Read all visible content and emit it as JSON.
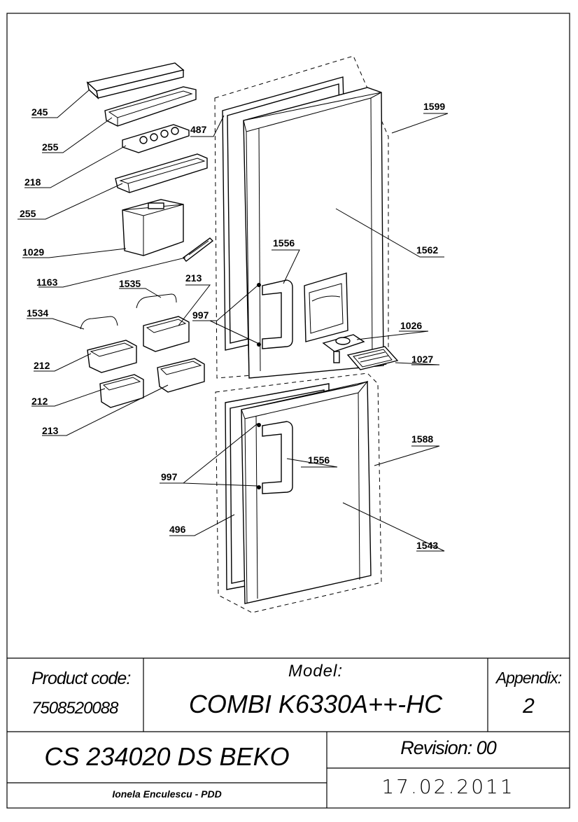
{
  "labels": {
    "l245": "245",
    "l255a": "255",
    "l218": "218",
    "l255b": "255",
    "l1029": "1029",
    "l1163": "1163",
    "l1535": "1535",
    "l213a": "213",
    "l1534": "1534",
    "l212a": "212",
    "l212b": "212",
    "l213b": "213",
    "l487": "487",
    "l1599": "1599",
    "l1556a": "1556",
    "l1562": "1562",
    "l997a": "997",
    "l1026": "1026",
    "l1027": "1027",
    "l1588": "1588",
    "l1556b": "1556",
    "l997b": "997",
    "l496": "496",
    "l1543": "1543"
  },
  "title_block": {
    "product_code_label": "Product code:",
    "product_code": "7508520088",
    "model_label": "Model:",
    "model": "COMBI K6330A++-HC",
    "appendix_label": "Appendix:",
    "appendix": "2",
    "document": "CS 234020 DS BEKO",
    "revision": "Revision: 00",
    "author": "Ionela Enculescu - PDD",
    "date": "17.02.2011"
  }
}
